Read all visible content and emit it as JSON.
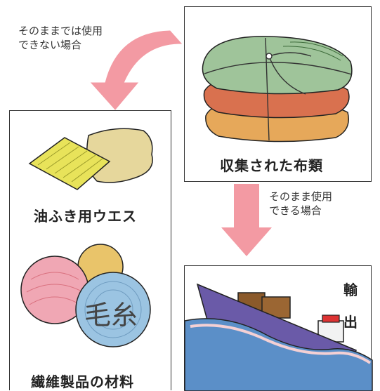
{
  "top_box": {
    "label": "収集された布類"
  },
  "left_arrow_note": {
    "line1": "そのままでは使用",
    "line2": "できない場合"
  },
  "right_arrow_note": {
    "line1": "そのまま使用",
    "line2": "できる場合"
  },
  "left_box": {
    "item1_label": "油ふき用ウエス",
    "item2_label": "繊維製品の材料",
    "yarn_ball_text": "毛糸"
  },
  "right_box": {
    "label_char1": "輸",
    "label_char2": "出"
  },
  "colors": {
    "arrow": "#f39aa3",
    "cloth_green": "#9fc49a",
    "cloth_red": "#d9714f",
    "cloth_orange": "#e6a85a",
    "ship_hull": "#6a5aa8",
    "sea": "#5b8fc8"
  }
}
